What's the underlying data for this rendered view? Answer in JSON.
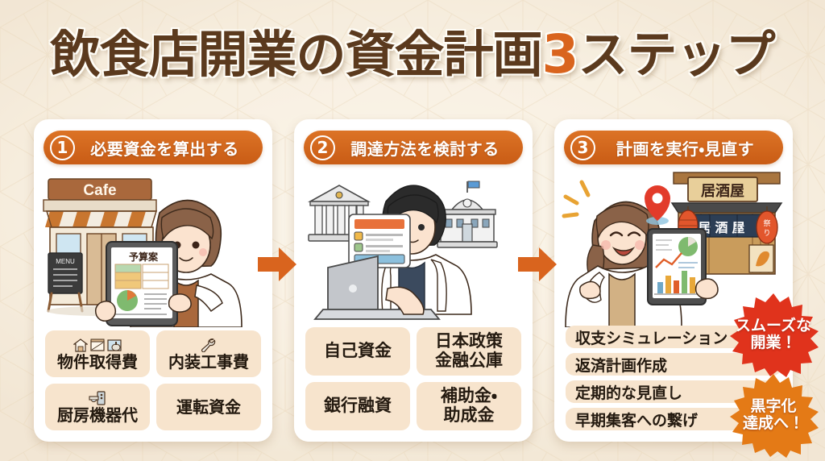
{
  "page": {
    "title_main": "飲食店開業の資金計画",
    "title_number": "3",
    "title_suffix": "ステップ",
    "background_color": "#f7efe2",
    "accent_color": "#d9641e",
    "header_color": "#c95c15",
    "tag_color": "#f7e4cd",
    "title_color": "#5b3a1e"
  },
  "steps": [
    {
      "number": "1",
      "header_label": "必要資金を算出する",
      "illustration": {
        "name": "cafe-storefront-woman-tablet",
        "shop_sign": "Cafe",
        "menu_board": "MENU",
        "tablet_title": "予算案"
      },
      "tags": [
        {
          "label": "物件取得費",
          "icons": [
            "house-icon",
            "window-icon",
            "equipment-icon"
          ]
        },
        {
          "label": "内装工事費",
          "icons": [
            "wrench-icon"
          ]
        },
        {
          "label": "厨房機器代",
          "icons": [
            "kitchen-machine-icon"
          ]
        },
        {
          "label": "運転資金",
          "icons": []
        }
      ]
    },
    {
      "number": "2",
      "header_label": "調達方法を検討する",
      "illustration": {
        "name": "man-laptop-banks",
        "left_building": "bank-icon",
        "right_building": "government-building-icon",
        "speech_bubble": "checklist-bubble"
      },
      "tags": [
        {
          "label": "自己資金",
          "icons": []
        },
        {
          "label": "日本政策\n金融公庫",
          "icons": []
        },
        {
          "label": "銀行融資",
          "icons": []
        },
        {
          "label": "補助金・\n助成金",
          "icons": []
        }
      ]
    },
    {
      "number": "3",
      "header_label": "計画を実行・見直す",
      "illustration": {
        "name": "woman-tablet-izakaya",
        "shop_sign": "居酒屋",
        "noren_sign": "居酒屋",
        "lantern_label": "祭り",
        "map_pin": "location-pin-icon"
      },
      "list_items": [
        "収支シミュレーション",
        "返済計画作成",
        "定期的な見直し",
        "早期集客への繋げ"
      ]
    }
  ],
  "arrows": [
    {
      "name": "arrow-step1-to-step2",
      "direction": "right",
      "color": "#d9641e"
    },
    {
      "name": "arrow-step2-to-step3",
      "direction": "right",
      "color": "#d9641e"
    }
  ],
  "badges": [
    {
      "label": "スムーズな\n開業！",
      "color": "#e0331c"
    },
    {
      "label": "黒字化\n達成へ！",
      "color": "#e47a16"
    }
  ]
}
